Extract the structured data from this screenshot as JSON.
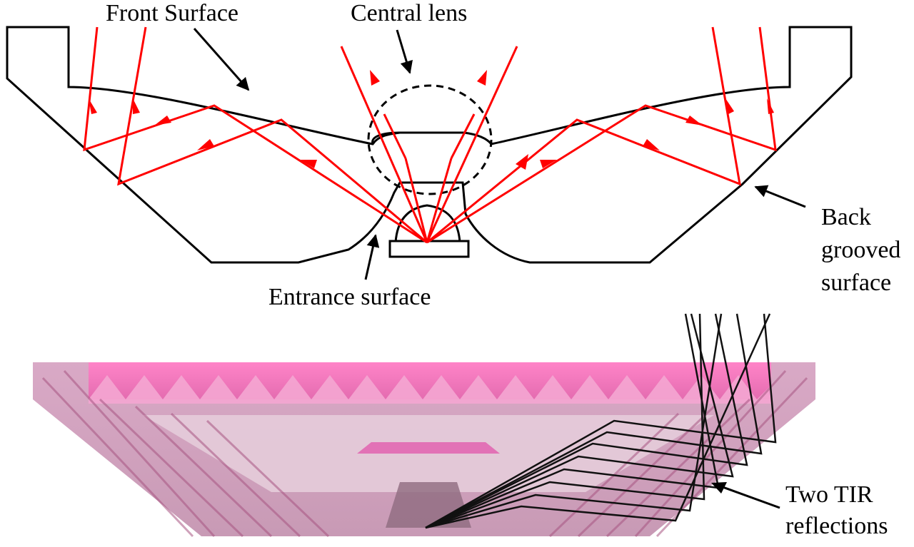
{
  "labels": {
    "front_surface": "Front Surface",
    "central_lens": "Central lens",
    "back_line1": "Back",
    "back_line2": "grooved",
    "back_line3": "surface",
    "entrance_surface": "Entrance surface",
    "tir_line1": "Two TIR",
    "tir_line2": "reflections"
  },
  "colors": {
    "ray": "#ff0000",
    "outline": "#000000",
    "lens_pink": "#e87ab8",
    "lens_dark": "#b04a85"
  }
}
